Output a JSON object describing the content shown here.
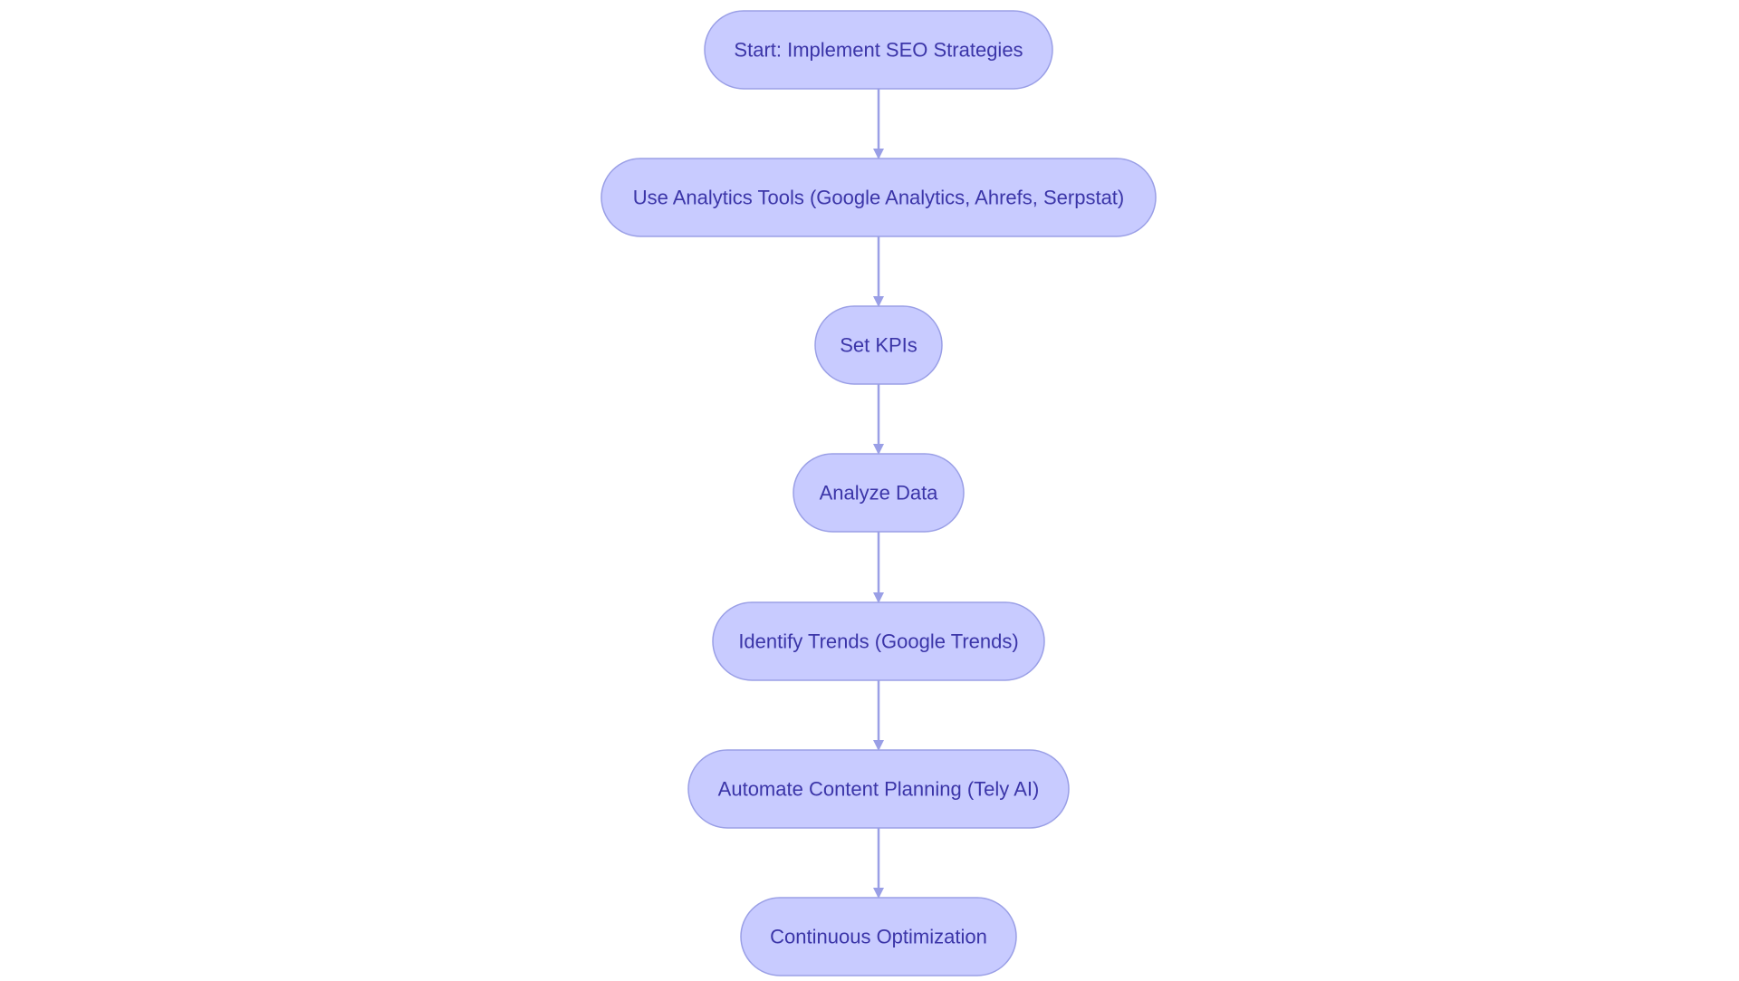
{
  "colors": {
    "background": "#ffffff",
    "node_fill": "#c8cbff",
    "node_stroke": "#9a9fe6",
    "node_text": "#3b35a8",
    "edge": "#9a9fe6"
  },
  "flowchart": {
    "nodes": [
      {
        "id": "start",
        "label": "Start: Implement SEO Strategies"
      },
      {
        "id": "analytics",
        "label": "Use Analytics Tools (Google Analytics, Ahrefs, Serpstat)"
      },
      {
        "id": "kpis",
        "label": "Set KPIs"
      },
      {
        "id": "analyze",
        "label": "Analyze Data"
      },
      {
        "id": "trends",
        "label": "Identify Trends (Google Trends)"
      },
      {
        "id": "automate",
        "label": "Automate Content Planning (Tely AI)"
      },
      {
        "id": "optimize",
        "label": "Continuous Optimization"
      }
    ],
    "edges": [
      {
        "from": "start",
        "to": "analytics"
      },
      {
        "from": "analytics",
        "to": "kpis"
      },
      {
        "from": "kpis",
        "to": "analyze"
      },
      {
        "from": "analyze",
        "to": "trends"
      },
      {
        "from": "trends",
        "to": "automate"
      },
      {
        "from": "automate",
        "to": "optimize"
      }
    ]
  }
}
